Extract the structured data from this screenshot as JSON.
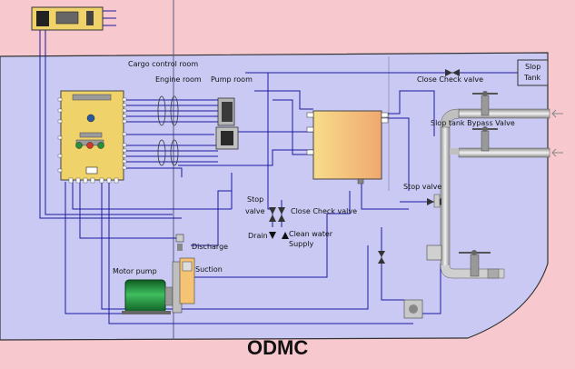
{
  "labels": {
    "cargo_control_room": "Cargo control room",
    "engine_room": "Engine room",
    "pump_room": "Pump room",
    "close_check_valve_top": "Close Check valve",
    "slop_tank_line1": "Slop",
    "slop_tank_line2": "Tank",
    "slop_tank_bypass_valve": "Slop tank Bypass Valve",
    "stop_valve_right": "Stop valve",
    "stop_valve_left_line1": "Stop",
    "stop_valve_left_line2": "valve",
    "close_check_valve_mid": "Close Check valve",
    "drain": "Drain",
    "clean_water_line1": "Clean water",
    "clean_water_line2": "Supply",
    "discharge": "Discharge",
    "motor_pump": "Motor pump",
    "suction": "Suction",
    "brand": "ODMC"
  },
  "colors": {
    "background": "#f8c8cf",
    "hull": "#c9c9f3",
    "control_panel": "#f0d26a",
    "analyzer": "#f4c373",
    "motor": "#1e8a3a",
    "pipe": "#1a1aa0",
    "hull_outline": "#333333"
  }
}
